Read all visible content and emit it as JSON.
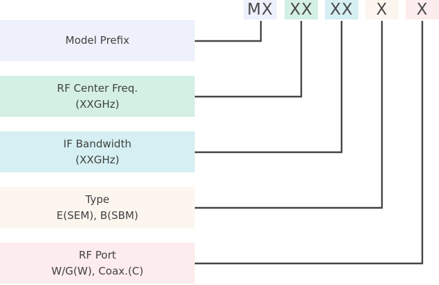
{
  "colors": {
    "line": "#444444",
    "prefix": "#eef0fc",
    "rf_center": "#d4f0e4",
    "if_bandwidth": "#d5eff2",
    "type": "#fdf6ef",
    "rf_port": "#fdeced"
  },
  "codes": [
    {
      "text": "MX"
    },
    {
      "text": "XX"
    },
    {
      "text": "XX"
    },
    {
      "text": "X"
    },
    {
      "text": "X"
    }
  ],
  "labels": [
    {
      "title": "Model Prefix",
      "detail": ""
    },
    {
      "title": "RF Center Freq.",
      "detail": "(XXGHz)"
    },
    {
      "title": "IF Bandwidth",
      "detail": "(XXGHz)"
    },
    {
      "title": "Type",
      "detail": "E(SEM), B(SBM)"
    },
    {
      "title": "RF Port",
      "detail": "W/G(W), Coax.(C)"
    }
  ]
}
